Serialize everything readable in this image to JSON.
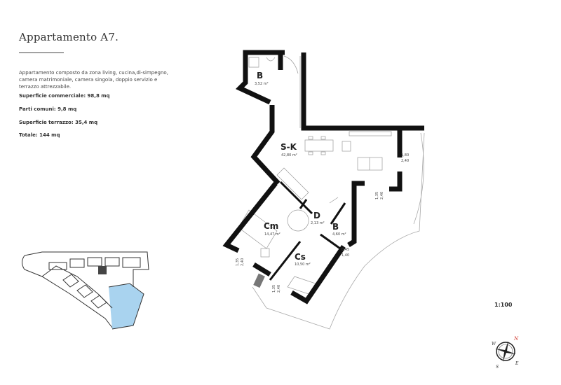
{
  "header": {
    "title": "Appartamento A7."
  },
  "description": "Appartamento composto da zona living, cucina,di-simpegno, camera matrimoniale, camera singola, doppio servizio e terrazzo attrezzabile.",
  "stats": [
    "Superficie commerciale: 98,8 mq",
    "Parti comuni: 9,8 mq",
    "Superficie terrazzo: 35,4 mq",
    "Totale: 144 mq"
  ],
  "rooms": [
    {
      "label": "B",
      "area": "3,52 m²"
    },
    {
      "label": "S-K",
      "area": "42,80 m²"
    },
    {
      "label": "D",
      "area": "2,13 m²"
    },
    {
      "label": "B",
      "area": "4,60 m²"
    },
    {
      "label": "Cm",
      "area": "14,47 m²"
    },
    {
      "label": "Cs",
      "area": "10,50 m²"
    }
  ],
  "dimensions": [
    {
      "top": "1,80",
      "bottom": "2,40"
    },
    {
      "top": "1,35",
      "bottom": "2,40"
    },
    {
      "top": "0,45",
      "bottom": "1,40"
    },
    {
      "top": "1,35",
      "bottom": "2,40"
    },
    {
      "top": "1,35",
      "bottom": "2,40"
    }
  ],
  "scale": "1:100",
  "compass": {
    "n": "N",
    "e": "E",
    "s": "S",
    "w": "W",
    "north_color": "#d0352b"
  },
  "key_plan": {
    "highlight_color": "#a9d3ef"
  }
}
